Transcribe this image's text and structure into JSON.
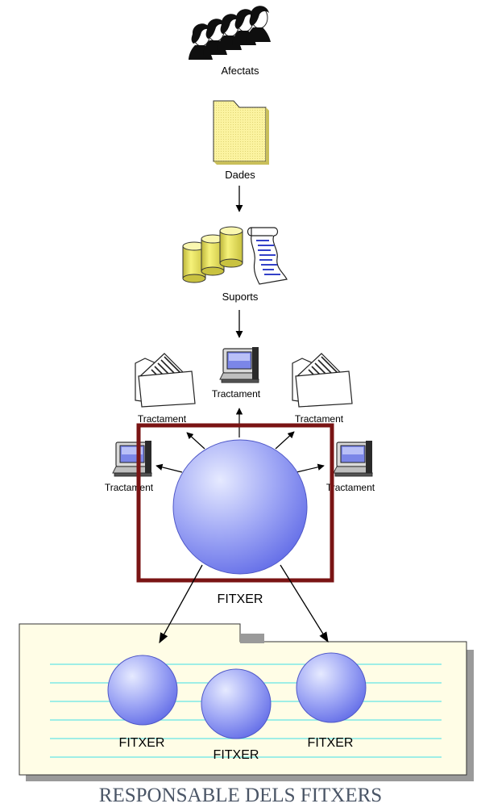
{
  "labels": {
    "afectats": "Afectats",
    "dades": "Dades",
    "suports": "Suports",
    "tractament": "Tractament",
    "fitxer": "FITXER"
  },
  "caption": "RESPONSABLE DELS FITXERS",
  "colors": {
    "folder_fill": "#FBF3A0",
    "cylinder_fill": "#F3EE6E",
    "sphere_light": "#E4E8FF",
    "sphere_dark": "#6B75EC",
    "highlight_box": "#7A1414",
    "caption": "#4A5566",
    "note_fill": "#FFFDE6",
    "note_lines": "#66E6E6",
    "screen": "#7B86E8"
  },
  "icons": {
    "people": "people-group-icon",
    "folder": "folder-icon",
    "database": "database-cylinders-icon",
    "scroll": "document-scroll-icon",
    "computer": "computer-icon",
    "files": "document-folder-icon"
  }
}
